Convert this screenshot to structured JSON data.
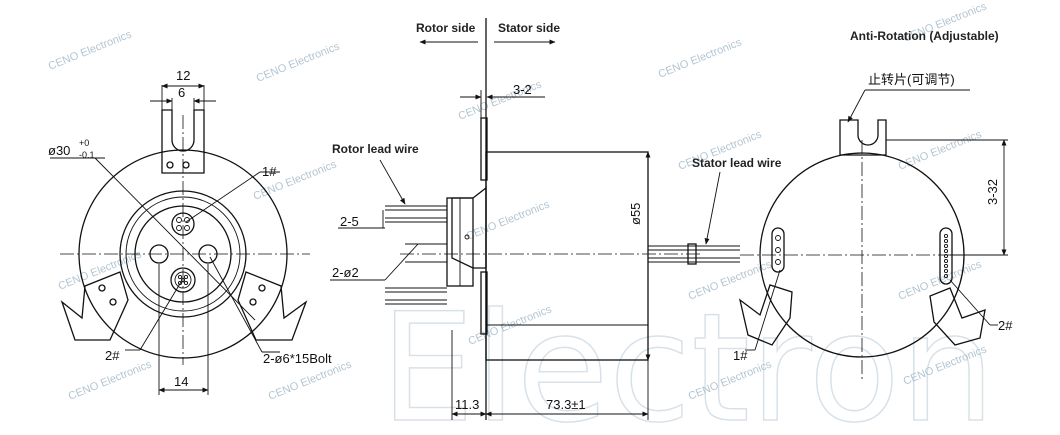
{
  "watermark": {
    "text": "CENO Electronics",
    "big": "Electron"
  },
  "labels": {
    "dim_12": "12",
    "dim_6": "6",
    "dia_30": "ø30",
    "tol_top": "+0",
    "tol_bot": "-0.1",
    "mark_1": "1#",
    "mark_2": "2#",
    "bolt": "2-ø6*15Bolt",
    "dim_14": "14",
    "rotor_side": "Rotor side",
    "stator_side": "Stator side",
    "dim_3_2": "3-2",
    "rotor_lead": "Rotor lead wire",
    "dim_2_5": "2-5",
    "dim_2_o2": "2-ø2",
    "dia_55": "ø55",
    "stator_lead": "Stator lead wire",
    "dim_11_3": "11.3",
    "dim_73_3": "73.3±1",
    "anti_rotation": "Anti-Rotation (Adjustable)",
    "stop_piece": "止转片(可调节)",
    "dim_3_32": "3-32",
    "mark_1b": "1#",
    "mark_2b": "2#"
  }
}
